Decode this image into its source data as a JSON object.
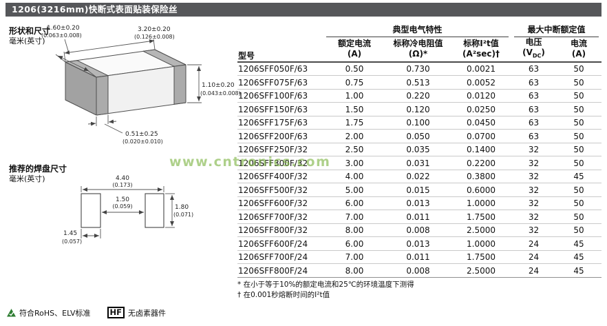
{
  "page": {
    "title": "1206(3216mm)快断式表面贴装保险丝"
  },
  "watermark": "www.cntronics.com",
  "shape_section": {
    "heading": "形状和尺寸",
    "subheading": "毫米(英寸)",
    "dims": {
      "width_mm": "1.60±0.20",
      "width_in": "(0.063±0.008)",
      "length_mm": "3.20±0.20",
      "length_in": "(0.126±0.008)",
      "height_mm": "1.10±0.20",
      "height_in": "(0.043±0.008)",
      "terminal_mm": "0.51±0.25",
      "terminal_in": "(0.020±0.010)"
    }
  },
  "pad_section": {
    "heading": "推荐的焊盘尺寸",
    "subheading": "毫米(英寸)",
    "dims": {
      "overall_mm": "4.40",
      "overall_in": "(0.173)",
      "gap_mm": "1.50",
      "gap_in": "(0.059)",
      "height_mm": "1.80",
      "height_in": "(0.071)",
      "pad_mm": "1.45",
      "pad_in": "(0.057)"
    }
  },
  "table": {
    "col_model": "型号",
    "group_headers": {
      "electrical": "典型电气特性",
      "interrupt": "最大中断额定值"
    },
    "columns": [
      {
        "l1": "额定电流",
        "l2": "(A)"
      },
      {
        "l1": "标称冷电阻值",
        "l2": "(Ω)*"
      },
      {
        "l1": "标称I²t值",
        "l2": "(A²sec)†"
      },
      {
        "l1": "电压",
        "l2_pre": "(V",
        "l2_sub": "DC",
        "l2_post": ")"
      },
      {
        "l1": "电流",
        "l2": "(A)"
      }
    ],
    "rows": [
      [
        "1206SFF050F/63",
        "0.50",
        "0.730",
        "0.0021",
        "63",
        "50"
      ],
      [
        "1206SFF075F/63",
        "0.75",
        "0.513",
        "0.0052",
        "63",
        "50"
      ],
      [
        "1206SFF100F/63",
        "1.00",
        "0.220",
        "0.0120",
        "63",
        "50"
      ],
      [
        "1206SFF150F/63",
        "1.50",
        "0.120",
        "0.0250",
        "63",
        "50"
      ],
      [
        "1206SFF175F/63",
        "1.75",
        "0.100",
        "0.0450",
        "63",
        "50"
      ],
      [
        "1206SFF200F/63",
        "2.00",
        "0.050",
        "0.0700",
        "63",
        "50"
      ],
      [
        "1206SFF250F/32",
        "2.50",
        "0.035",
        "0.1400",
        "32",
        "50"
      ],
      [
        "1206SFF300F/32",
        "3.00",
        "0.031",
        "0.2200",
        "32",
        "50"
      ],
      [
        "1206SFF400F/32",
        "4.00",
        "0.022",
        "0.3800",
        "32",
        "45"
      ],
      [
        "1206SFF500F/32",
        "5.00",
        "0.015",
        "0.6000",
        "32",
        "50"
      ],
      [
        "1206SFF600F/32",
        "6.00",
        "0.013",
        "1.0000",
        "32",
        "50"
      ],
      [
        "1206SFF700F/32",
        "7.00",
        "0.011",
        "1.7500",
        "32",
        "50"
      ],
      [
        "1206SFF800F/32",
        "8.00",
        "0.008",
        "2.5000",
        "32",
        "50"
      ],
      [
        "1206SFF600F/24",
        "6.00",
        "0.013",
        "1.0000",
        "24",
        "45"
      ],
      [
        "1206SFF700F/24",
        "7.00",
        "0.011",
        "1.7500",
        "24",
        "45"
      ],
      [
        "1206SFF800F/24",
        "8.00",
        "0.008",
        "2.5000",
        "24",
        "45"
      ]
    ],
    "footnotes": [
      "* 在小于等于10%的额定电流和25℃的环境温度下测得",
      "† 在0.001秒熔断时间的I²t值"
    ]
  },
  "footer": {
    "rohs_text": "符合RoHS、ELV标准",
    "hf_label": "HF",
    "halogen_text": "无卤素器件"
  }
}
